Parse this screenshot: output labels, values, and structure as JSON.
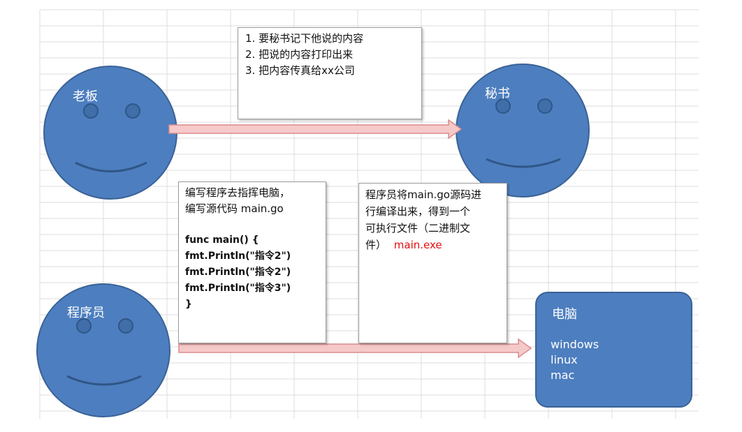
{
  "boss": {
    "label": "老板"
  },
  "secretary": {
    "label": "秘书"
  },
  "programmer": {
    "label": "程序员"
  },
  "secretary_tasks": [
    "1. 要秘书记下他说的内容",
    "2. 把说的内容打印出来",
    "3. 把内容传真给xx公司"
  ],
  "program_box": {
    "lines": [
      "编写程序去指挥电脑，",
      "编写源代码 main.go"
    ],
    "code": [
      "func  main() {",
      "fmt.Println(\"指令2\")",
      "fmt.Println(\"指令2\")",
      "fmt.Println(\"指令3\")",
      "}"
    ]
  },
  "compile_box": {
    "lines": [
      "程序员将main.go源码进",
      "行编译出来，得到一个",
      "可执行文件（二进制文"
    ],
    "last_prefix": "件）",
    "exe_name": "main.exe"
  },
  "computer": {
    "title": "电脑",
    "os_list": [
      "windows",
      "linux",
      "mac"
    ]
  },
  "colors": {
    "face_fill": "#4d7ebf",
    "face_stroke": "#3a6296",
    "arrow_fill": "#f6c9c9",
    "arrow_stroke": "#d98c8c",
    "exe_red": "#e01010"
  }
}
